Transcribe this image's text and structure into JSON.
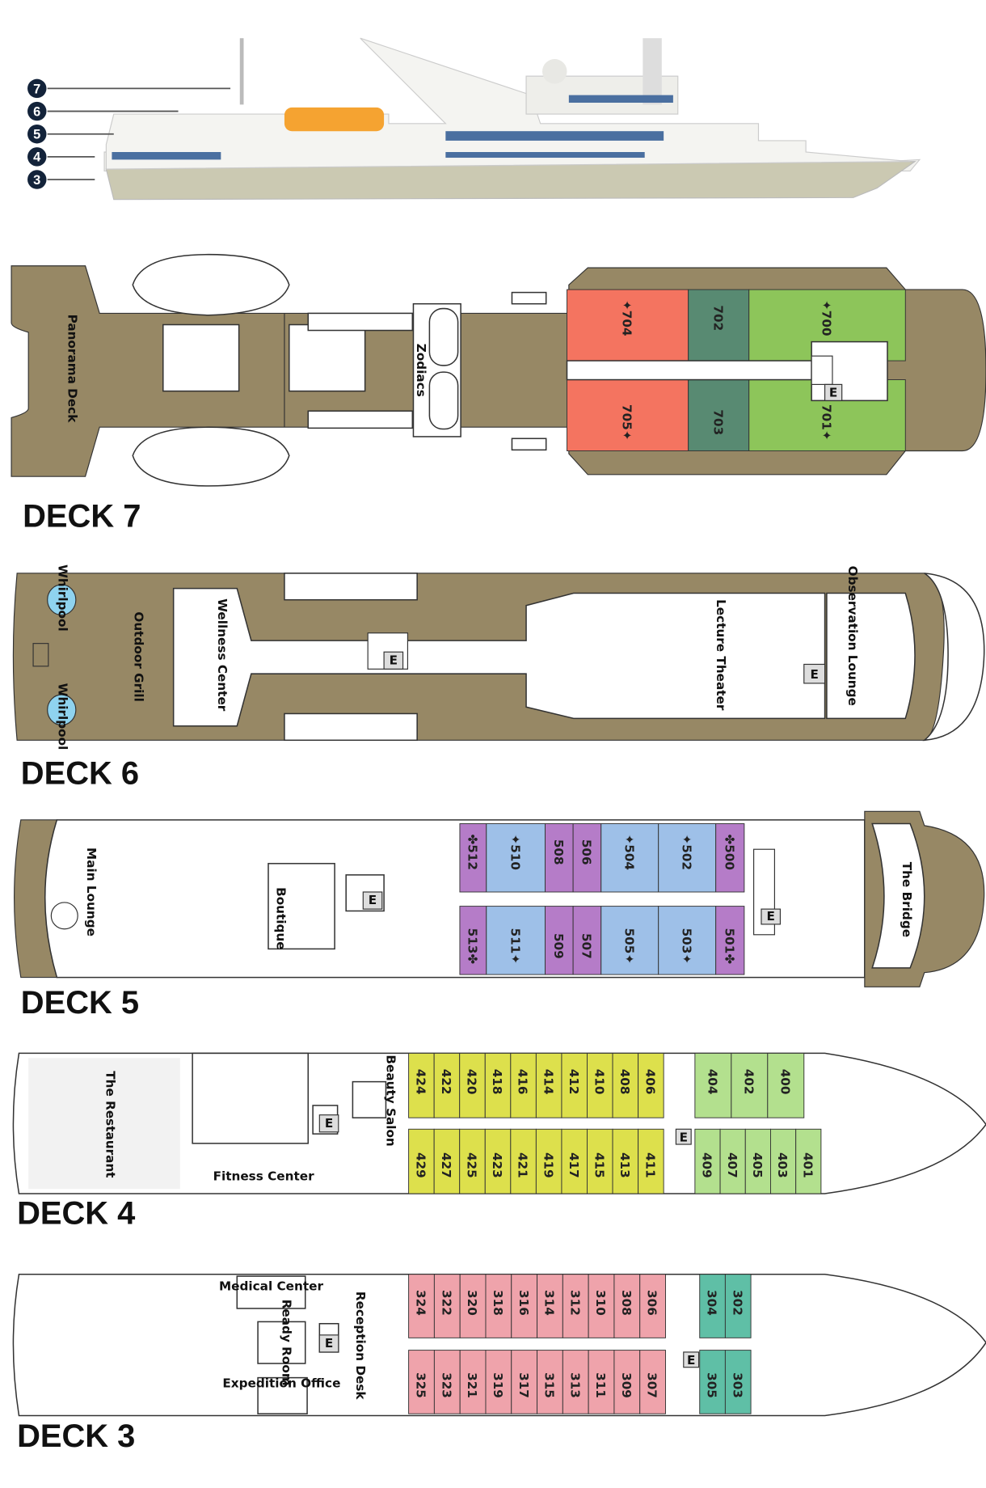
{
  "profile": {
    "deck_markers": [
      "7",
      "6",
      "5",
      "4",
      "3"
    ]
  },
  "decks": {
    "deck7": {
      "title": "DECK 7",
      "labels": {
        "panorama": "Panorama Deck",
        "zodiacs": "Zodiacs",
        "elevator": "E"
      },
      "groups": [
        {
          "color": "#f47460",
          "top": [
            "✦704"
          ],
          "bottom": [
            "705✦"
          ]
        },
        {
          "color": "#588a72",
          "top": [
            "702"
          ],
          "bottom": [
            "703"
          ]
        },
        {
          "color": "#8dc55a",
          "top": [
            "✦700"
          ],
          "bottom": [
            "701✦"
          ]
        }
      ]
    },
    "deck6": {
      "title": "DECK 6",
      "labels": {
        "whirlpool_top": "Whirlpool",
        "whirlpool_bottom": "Whirlpool",
        "grill": "Outdoor Grill",
        "wellness": "Wellness Center",
        "theater": "Lecture Theater",
        "observation": "Observation Lounge",
        "elevator": "E"
      }
    },
    "deck5": {
      "title": "DECK 5",
      "labels": {
        "lounge": "Main Lounge",
        "boutique": "Boutique",
        "bridge": "The Bridge",
        "elevator": "E"
      },
      "groups": [
        {
          "color": "#b57cc8",
          "top": [
            "✤512"
          ],
          "bottom": [
            "513✤"
          ]
        },
        {
          "color": "#9ec0e8",
          "top": [
            "✦510"
          ],
          "bottom": [
            "511✦"
          ]
        },
        {
          "color": "#b57cc8",
          "top": [
            "508",
            "506"
          ],
          "bottom": [
            "509",
            "507"
          ]
        },
        {
          "color": "#9ec0e8",
          "top": [
            "✦504",
            "✦502"
          ],
          "bottom": [
            "505✦",
            "503✦"
          ]
        },
        {
          "color": "#b57cc8",
          "top": [
            "✤500"
          ],
          "bottom": [
            "501✤"
          ]
        }
      ]
    },
    "deck4": {
      "title": "DECK 4",
      "labels": {
        "restaurant": "The Restaurant",
        "beauty": "Beauty Salon",
        "fitness": "Fitness Center",
        "elevator": "E"
      },
      "groups": [
        {
          "color": "#dde04c",
          "top": [
            "424",
            "422",
            "420",
            "418",
            "416",
            "414",
            "412",
            "410",
            "408",
            "406"
          ],
          "bottom": [
            "429",
            "427",
            "425",
            "423",
            "421",
            "419",
            "417",
            "415",
            "413",
            "411"
          ]
        },
        {
          "color": "#b3e08e",
          "top": [
            "404",
            "402",
            "400"
          ],
          "bottom": [
            "409",
            "407",
            "405",
            "403",
            "401"
          ]
        }
      ]
    },
    "deck3": {
      "title": "DECK 3",
      "labels": {
        "medical": "Medical Center",
        "ready": "Ready Room",
        "expedition": "Expedition Office",
        "reception": "Reception Desk",
        "elevator": "E"
      },
      "groups": [
        {
          "color": "#efa3ab",
          "top": [
            "324",
            "322",
            "320",
            "318",
            "316",
            "314",
            "312",
            "310",
            "308",
            "306"
          ],
          "bottom": [
            "325",
            "323",
            "321",
            "319",
            "317",
            "315",
            "313",
            "311",
            "309",
            "307"
          ]
        },
        {
          "color": "#5fbfa6",
          "top": [
            "304",
            "302"
          ],
          "bottom": [
            "305",
            "303"
          ]
        }
      ]
    }
  }
}
